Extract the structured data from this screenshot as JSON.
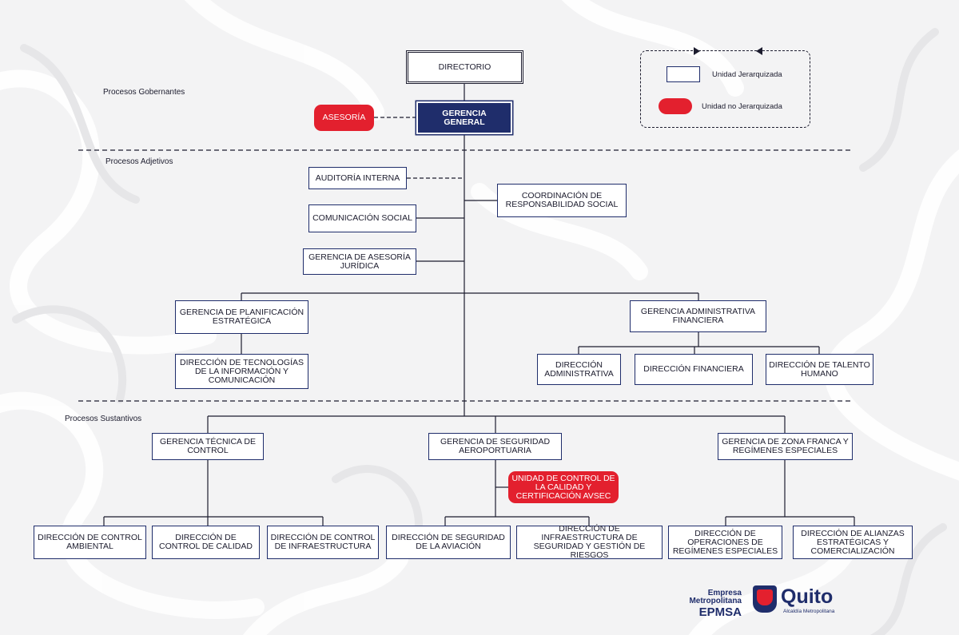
{
  "sections": {
    "gobernantes": "Procesos Gobernantes",
    "adjetivos": "Procesos Adjetivos",
    "sustantivos": "Procesos Sustantivos"
  },
  "legend": {
    "jerarquizada": "Unidad Jerarquizada",
    "no_jerarquizada": "Unidad no Jerarquizada"
  },
  "nodes": {
    "directorio": "DIRECTORIO",
    "asesoria": "ASESORÍA",
    "gerencia_general": "GERENCIA GENERAL",
    "auditoria_interna": "AUDITORÍA INTERNA",
    "comunicacion_social": "COMUNICACIÓN SOCIAL",
    "coord_responsabilidad": "COORDINACIÓN DE RESPONSABILIDAD SOCIAL",
    "gerencia_asesoria_juridica": "GERENCIA DE ASESORÍA JURÍDICA",
    "gerencia_planificacion": "GERENCIA DE PLANIFICACIÓN ESTRATÉGICA",
    "direccion_tecnologias": "DIRECCIÓN DE TECNOLOGÍAS DE LA INFORMACIÓN Y COMUNICACIÓN",
    "gerencia_admin_financiera": "GERENCIA ADMINISTRATIVA FINANCIERA",
    "direccion_administrativa": "DIRECCIÓN ADMINISTRATIVA",
    "direccion_financiera": "DIRECCIÓN FINANCIERA",
    "direccion_talento": "DIRECCIÓN DE TALENTO HUMANO",
    "gerencia_tecnica_control": "GERENCIA TÉCNICA DE CONTROL",
    "gerencia_seguridad_aero": "GERENCIA DE SEGURIDAD AEROPORTUARIA",
    "gerencia_zona_franca": "GERENCIA DE ZONA FRANCA Y REGÍMENES ESPECIALES",
    "unidad_control_calidad": "UNIDAD DE CONTROL DE LA CALIDAD Y CERTIFICACIÓN AVSEC",
    "dir_control_ambiental": "DIRECCIÓN DE CONTROL AMBIENTAL",
    "dir_control_calidad": "DIRECCIÓN DE CONTROL DE CALIDAD",
    "dir_control_infraestructura": "DIRECCIÓN DE CONTROL DE INFRAESTRUCTURA",
    "dir_seguridad_aviacion": "DIRECCIÓN DE SEGURIDAD DE LA AVIACIÓN",
    "dir_infra_seguridad_riesgos": "DIRECCIÓN DE INFRAESTRUCTURA DE SEGURIDAD Y GESTIÓN DE RIESGOS",
    "dir_operaciones_regimenes": "DIRECCIÓN DE OPERACIONES DE REGÍMENES ESPECIALES",
    "dir_alianzas": "DIRECCIÓN DE ALIANZAS ESTRATÉGICAS Y COMERCIALIZACIÓN"
  },
  "logos": {
    "empresa_line1": "Empresa",
    "empresa_line2": "Metropolitana",
    "empresa_short": "EPMSA",
    "quito": "Quito",
    "alcaldia": "Alcaldía Metropolitana"
  },
  "colors": {
    "navy": "#1f2d6b",
    "red": "#e3202e",
    "background": "#f3f3f4"
  }
}
